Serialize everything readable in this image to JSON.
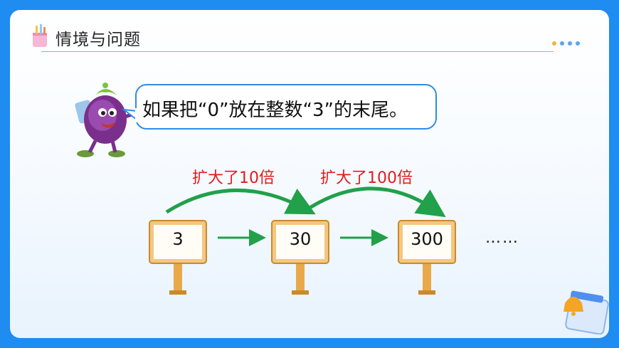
{
  "header": {
    "title": "情境与问题"
  },
  "dialog": {
    "text": "如果把“0”放在整数“3”的末尾。"
  },
  "arcs": [
    {
      "label": "扩大了10倍"
    },
    {
      "label": "扩大了100倍"
    }
  ],
  "signs": [
    {
      "value": "3"
    },
    {
      "value": "30"
    },
    {
      "value": "300"
    }
  ],
  "ellipsis": "……",
  "colors": {
    "frame": "#1e8cf0",
    "accent_red": "#e21b1b",
    "arrow_green": "#22a04a",
    "dots": [
      "#f0b23a",
      "#5aa6ee",
      "#5aa6ee",
      "#5aa6ee"
    ]
  },
  "icons": [
    "pencil-cup-icon",
    "eggplant-mascot",
    "bell-calendar-icon"
  ]
}
